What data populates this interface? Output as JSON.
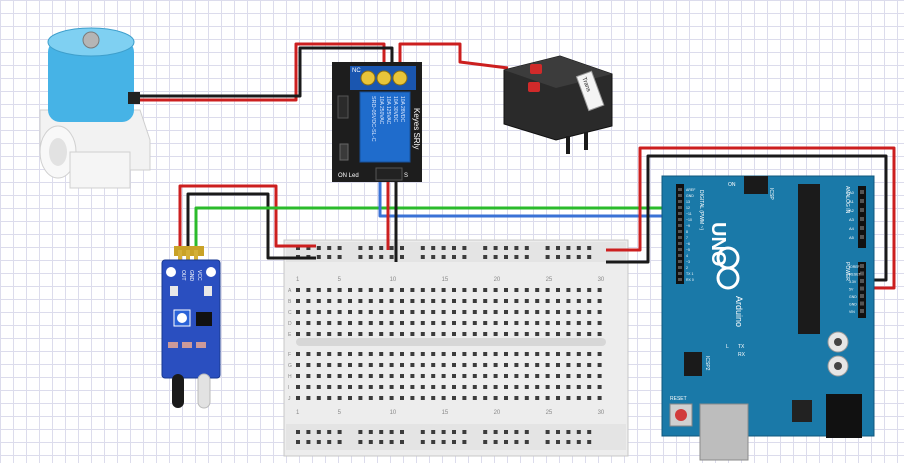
{
  "relay": {
    "brand": "Keyes SRly",
    "model": "SRD-05VDC-SL-C",
    "ratings": [
      "10A 250VAC",
      "10A 125VAC",
      "10A 30VDC",
      "10A 28VDC"
    ],
    "terminal_nc": "NC",
    "led_label": "ON Led",
    "pin_s": "S",
    "side_label": "Keyes SRly"
  },
  "sensor": {
    "pins": [
      "OUT",
      "GND",
      "VCC"
    ]
  },
  "adapter": {
    "label": "Trans"
  },
  "breadboard": {
    "column_numbers": [
      "1",
      "5",
      "10",
      "15",
      "20",
      "25",
      "30"
    ],
    "row_letters_top": [
      "A",
      "B",
      "C",
      "D",
      "E"
    ],
    "row_letters_bottom": [
      "F",
      "G",
      "H",
      "I",
      "J"
    ]
  },
  "arduino": {
    "uno": "UNO",
    "brand": "Arduino",
    "digital": "DIGITAL (PWM ~)",
    "power": "POWER",
    "analog_in": "ANALOG IN",
    "reset": "RESET",
    "icsp": "ICSP",
    "icsp2": "ICSP2",
    "aref": "AREF",
    "gnd_top": "GND",
    "tx": "TX",
    "rx": "RX",
    "l": "L",
    "on": "ON",
    "power_pins": [
      "IOREF",
      "RESET",
      "3.3V",
      "5V",
      "GND",
      "GND",
      "VIN"
    ],
    "analog_pins": [
      "A0",
      "A1",
      "A2",
      "A3",
      "A4",
      "A5"
    ],
    "digital_pins": [
      "AREF",
      "GND",
      "13",
      "12",
      "~11",
      "~10",
      "~9",
      "8",
      "7",
      "~6",
      "~5",
      "4",
      "~3",
      "2",
      "TX 1",
      "RX 0"
    ]
  },
  "colors": {
    "wire_red": "#cc1f1f",
    "wire_black": "#1a1a1a",
    "wire_green": "#2bbb2b",
    "wire_blue": "#3a72d6",
    "arduino_board": "#1a79a8",
    "relay_board": "#1d1d1d",
    "relay_body": "#1f6ccc",
    "sensor_board": "#2a4fc0",
    "valve_blue": "#46b3e6",
    "breadboard": "#eeeeee"
  }
}
